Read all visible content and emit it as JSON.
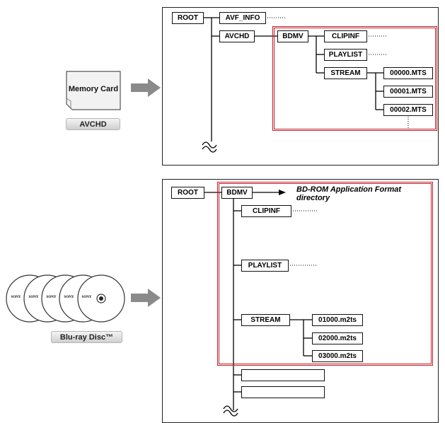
{
  "avchd_section": {
    "media_label": "Memory Card",
    "caption": "AVCHD",
    "tree": {
      "root": "ROOT",
      "avf_info": "AVF_INFO",
      "avchd": "AVCHD",
      "bdmv": "BDMV",
      "clipinf": "CLIPINF",
      "playlist": "PLAYLIST",
      "stream": "STREAM",
      "files": [
        "00000.MTS",
        "00001.MTS",
        "00002.MTS"
      ]
    }
  },
  "bluray_section": {
    "disc_brand": "SONY",
    "caption": "Blu-ray Disc™",
    "tree": {
      "root": "ROOT",
      "bdmv": "BDMV",
      "note": "BD-ROM Application Format directory",
      "clipinf": "CLIPINF",
      "playlist": "PLAYLIST",
      "stream": "STREAM",
      "files": [
        "01000.m2ts",
        "02000.m2ts",
        "03000.m2ts"
      ]
    }
  },
  "colors": {
    "highlight": "#c0202a",
    "arrow": "#8a8a8a"
  }
}
